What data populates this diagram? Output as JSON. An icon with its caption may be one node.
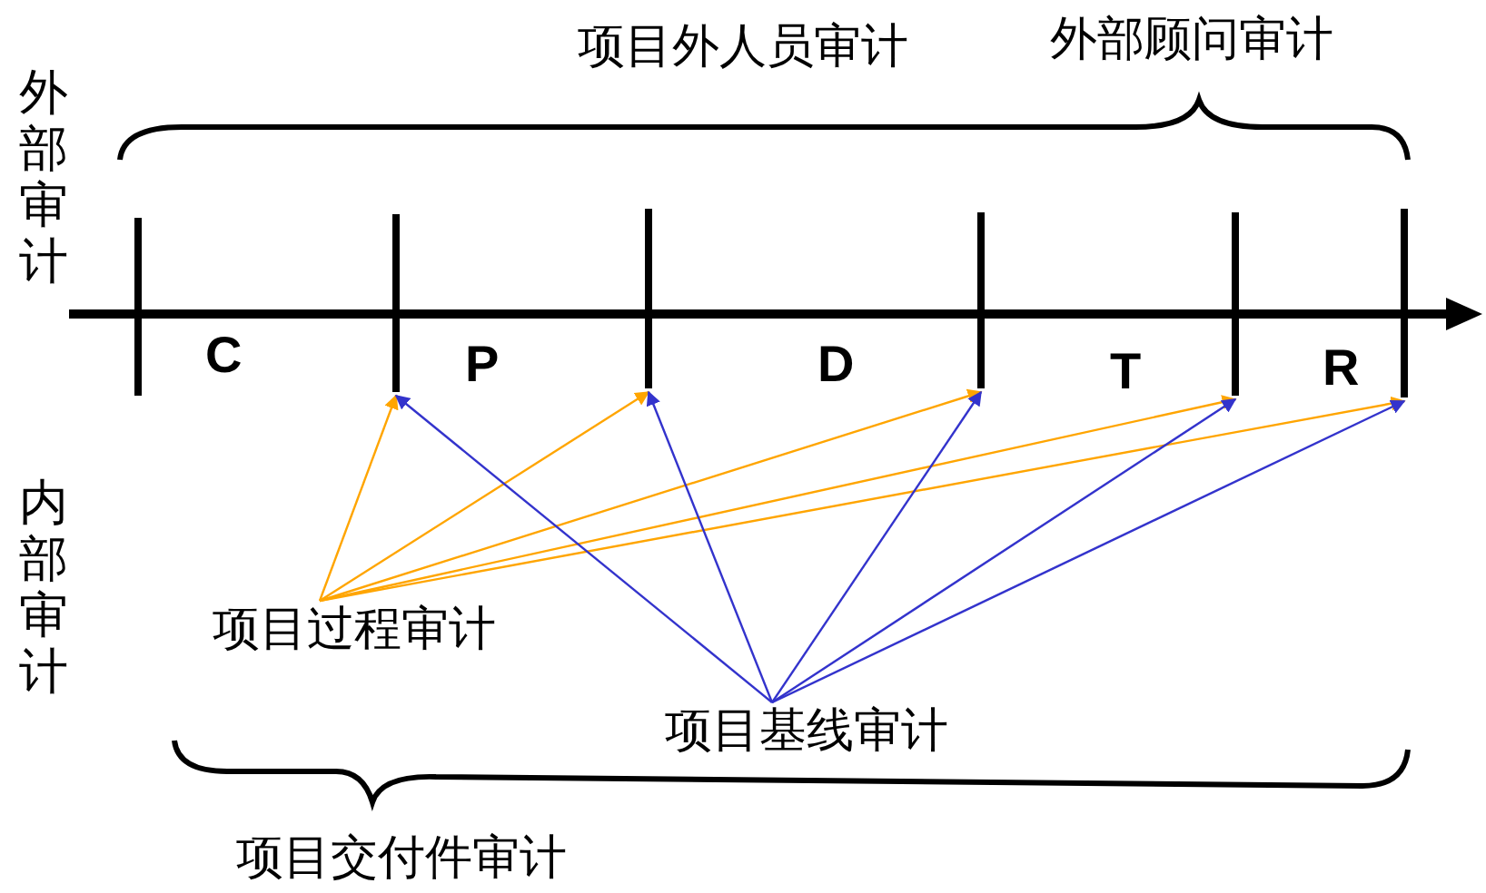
{
  "diagram": {
    "nodes": [
      {
        "text": [],
        "shape": "bar"
      },
      {
        "text": [],
        "shape": "bar"
      },
      {
        "text": [],
        "shape": "bar"
      },
      {
        "text": [],
        "shape": "bar"
      },
      {
        "text": [],
        "shape": "bar"
      },
      {
        "text": [
          "项目过程审计"
        ]
      },
      {
        "text": [
          "项目基线审计"
        ]
      }
    ],
    "edges": [
      {
        "from": 5,
        "to": 0,
        "arrow": "to",
        "color": "#ffa500"
      },
      {
        "from": 5,
        "to": 1,
        "arrow": "to",
        "color": "#ffa500"
      },
      {
        "from": 5,
        "to": 2,
        "arrow": "to",
        "color": "#ffa500"
      },
      {
        "from": 5,
        "to": 3,
        "arrow": "to",
        "color": "#ffa500"
      },
      {
        "from": 5,
        "to": 4,
        "arrow": "to",
        "color": "#ffa500"
      },
      {
        "from": 6,
        "to": 0,
        "arrow": "to",
        "color": "#3333cc"
      },
      {
        "from": 6,
        "to": 1,
        "arrow": "to",
        "color": "#3333cc"
      },
      {
        "from": 6,
        "to": 2,
        "arrow": "to",
        "color": "#3333cc"
      },
      {
        "from": 6,
        "to": 3,
        "arrow": "to",
        "color": "#3333cc"
      },
      {
        "from": 6,
        "to": 4,
        "arrow": "to",
        "color": "#3333cc"
      }
    ],
    "labels": [
      "项目外人员审计",
      "外部顾问审计",
      "外部审计",
      "C",
      "P",
      "D",
      "T",
      "R",
      "内部审计",
      "项目交付件审计"
    ]
  }
}
